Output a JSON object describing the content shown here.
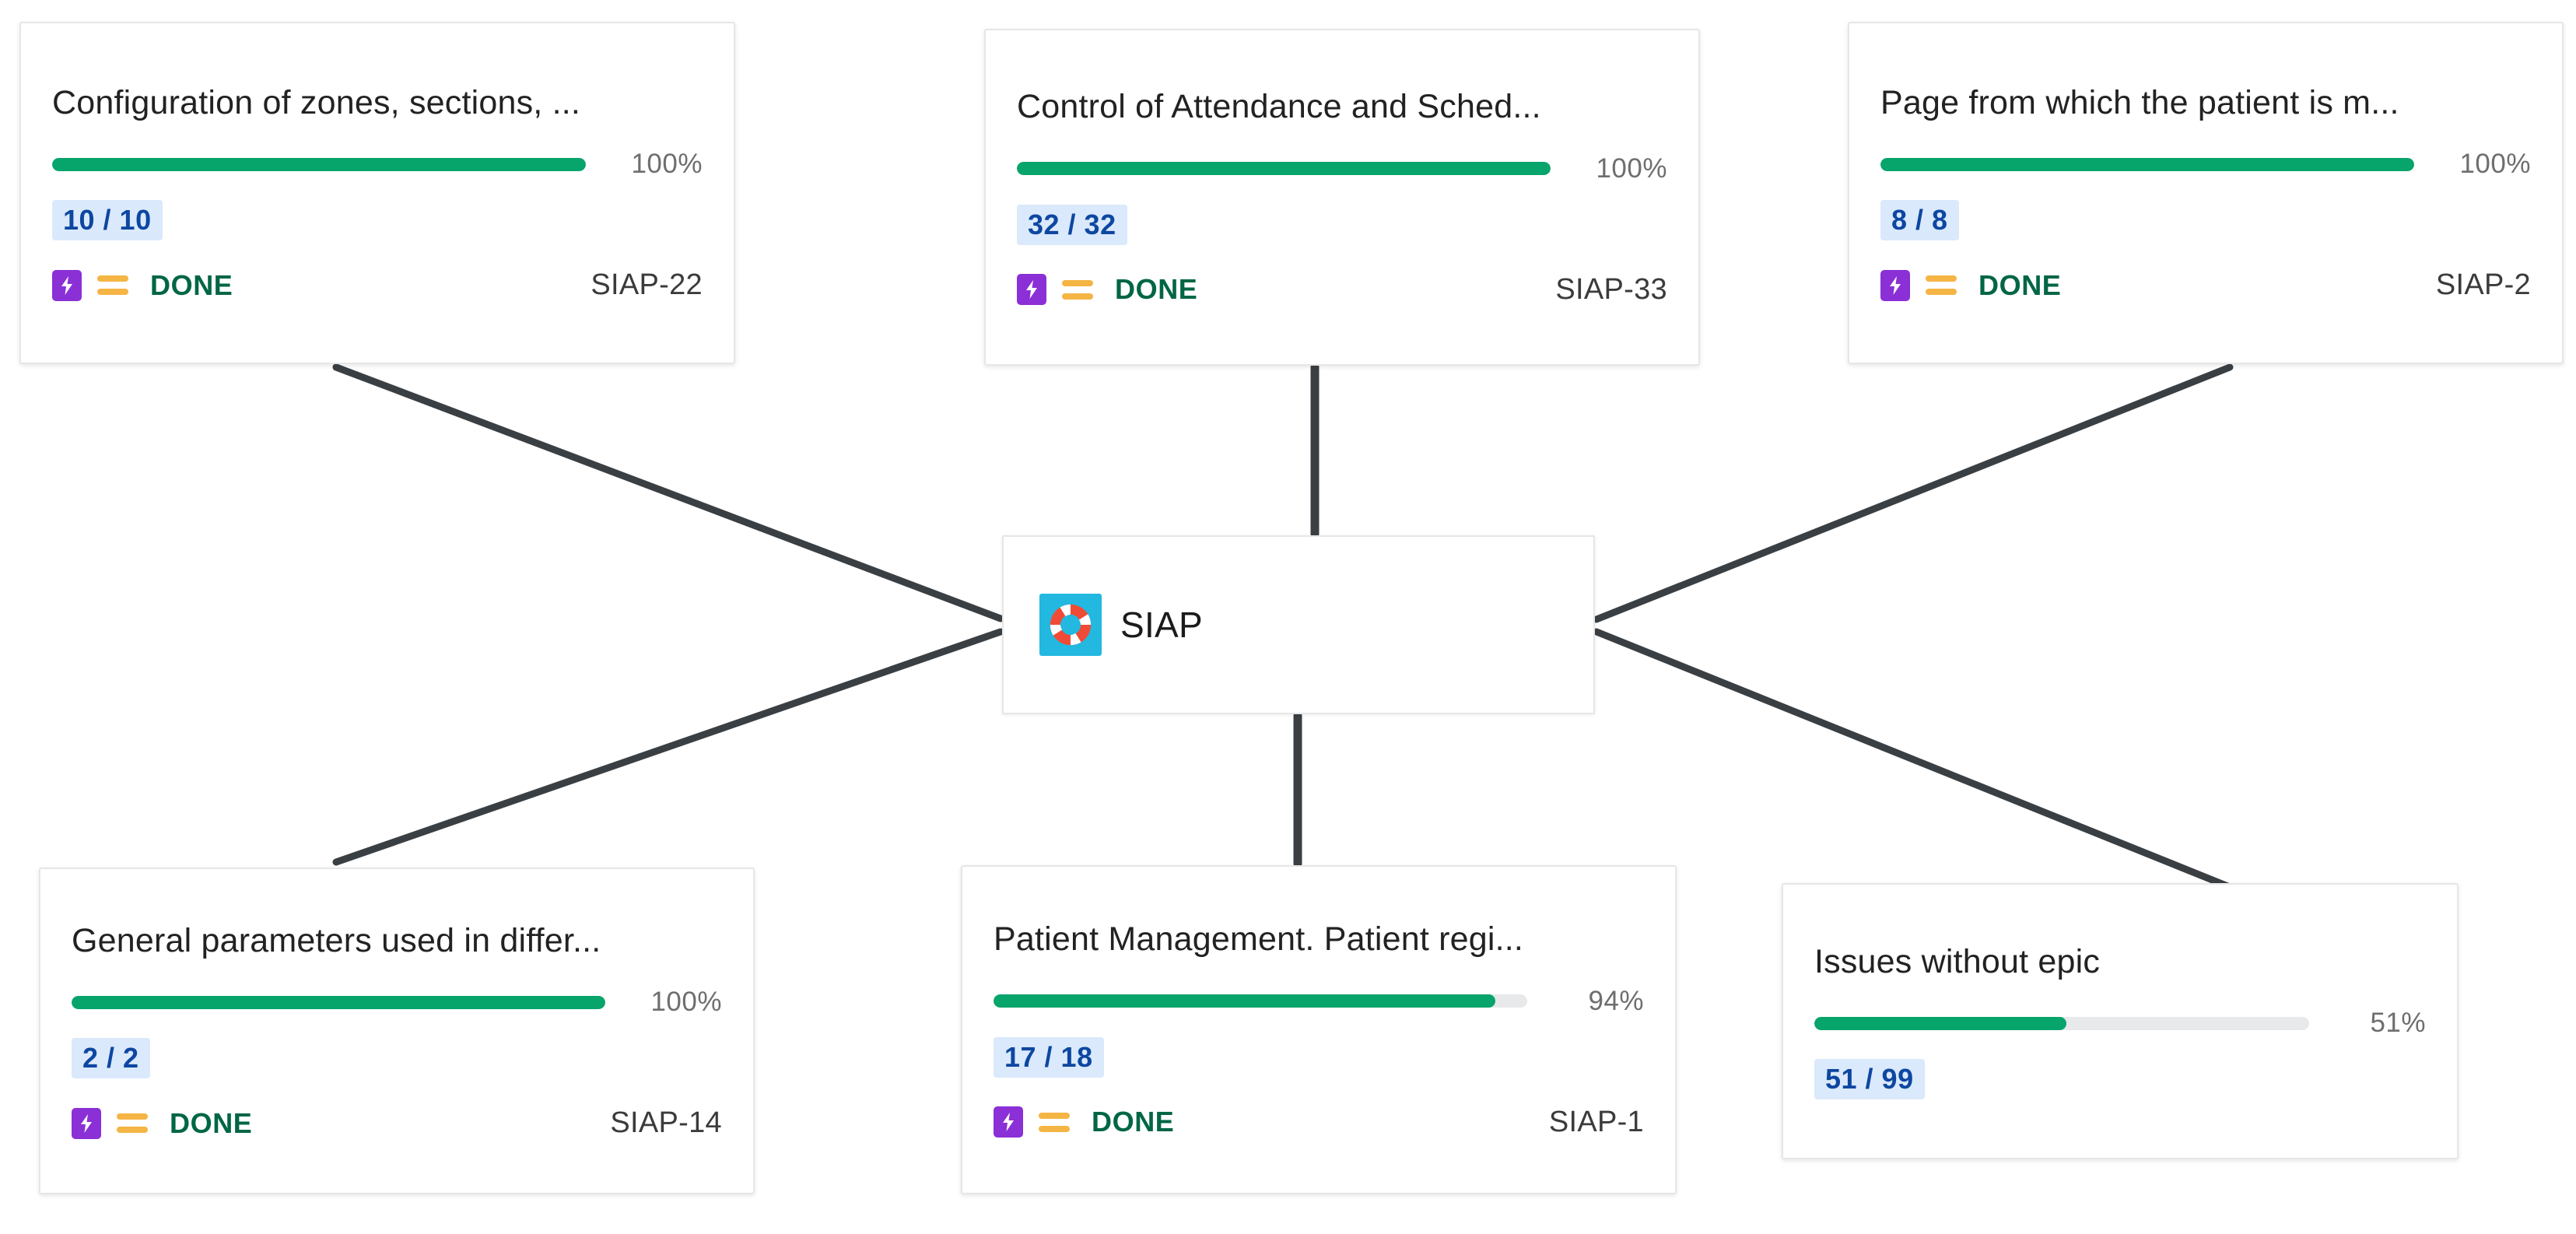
{
  "root": {
    "name": "SIAP",
    "avatar_icon": "lifebuoy-icon",
    "avatar_color": "#22B8E0"
  },
  "labels": {
    "status_done": "DONE",
    "epic_icon": "epic-lightning-icon",
    "priority_icon": "priority-medium-icon"
  },
  "colors": {
    "progress_fill": "#07A46B",
    "progress_track": "#e8e9ea",
    "count_badge_bg": "#dae9fb",
    "count_badge_text": "#0d47a1",
    "status_text": "#006644",
    "epic_icon_bg": "#8B2FD6",
    "priority_icon": "#F5B544",
    "connector": "#3a3f44",
    "card_border": "#e6e6e6"
  },
  "cards": [
    {
      "id": "card-top-left",
      "title": "Configuration of zones, sections, ...",
      "percent_label": "100%",
      "percent_value": 100,
      "count": "10 / 10",
      "status": "DONE",
      "issue_key": "SIAP-22",
      "has_status_row": true
    },
    {
      "id": "card-top-center",
      "title": "Control of Attendance and Sched...",
      "percent_label": "100%",
      "percent_value": 100,
      "count": "32 / 32",
      "status": "DONE",
      "issue_key": "SIAP-33",
      "has_status_row": true
    },
    {
      "id": "card-top-right",
      "title": "Page from which the patient is m...",
      "percent_label": "100%",
      "percent_value": 100,
      "count": "8 / 8",
      "status": "DONE",
      "issue_key": "SIAP-2",
      "has_status_row": true
    },
    {
      "id": "card-bottom-left",
      "title": "General parameters used in differ...",
      "percent_label": "100%",
      "percent_value": 100,
      "count": "2 / 2",
      "status": "DONE",
      "issue_key": "SIAP-14",
      "has_status_row": true
    },
    {
      "id": "card-bottom-center",
      "title": "Patient Management. Patient regi...",
      "percent_label": "94%",
      "percent_value": 94,
      "count": "17 / 18",
      "status": "DONE",
      "issue_key": "SIAP-1",
      "has_status_row": true
    },
    {
      "id": "card-bottom-right",
      "title": "Issues without epic",
      "percent_label": "51%",
      "percent_value": 51,
      "count": "51 / 99",
      "status": "",
      "issue_key": "",
      "has_status_row": false
    }
  ]
}
